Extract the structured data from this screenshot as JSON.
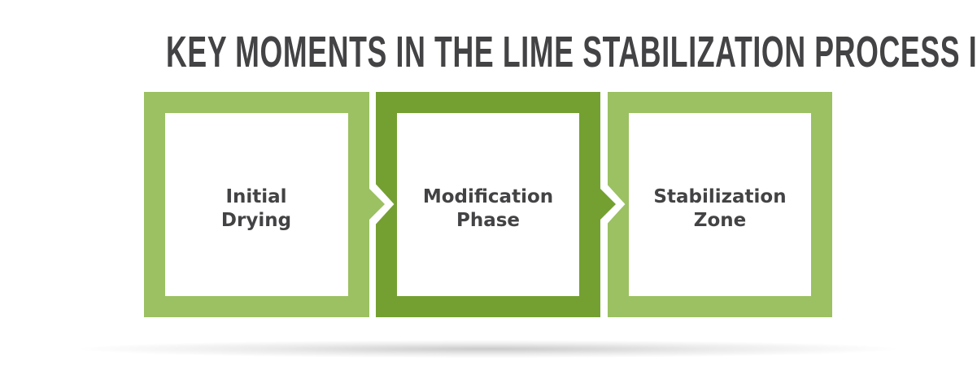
{
  "title": "KEY MOMENTS IN THE LIME STABILIZATION PROCESS INCLUDE:",
  "steps": [
    {
      "label_line1": "Initial",
      "label_line2": "Drying",
      "color": "#9bc162"
    },
    {
      "label_line1": "Modification",
      "label_line2": "Phase",
      "color": "#74a032"
    },
    {
      "label_line1": "Stabilization",
      "label_line2": "Zone",
      "color": "#9bc162"
    }
  ],
  "colors": {
    "light_green": "#9bc162",
    "dark_green": "#74a032",
    "text": "#434345",
    "background": "#ffffff"
  },
  "icons": {
    "connector": "chevron-right-icon"
  }
}
